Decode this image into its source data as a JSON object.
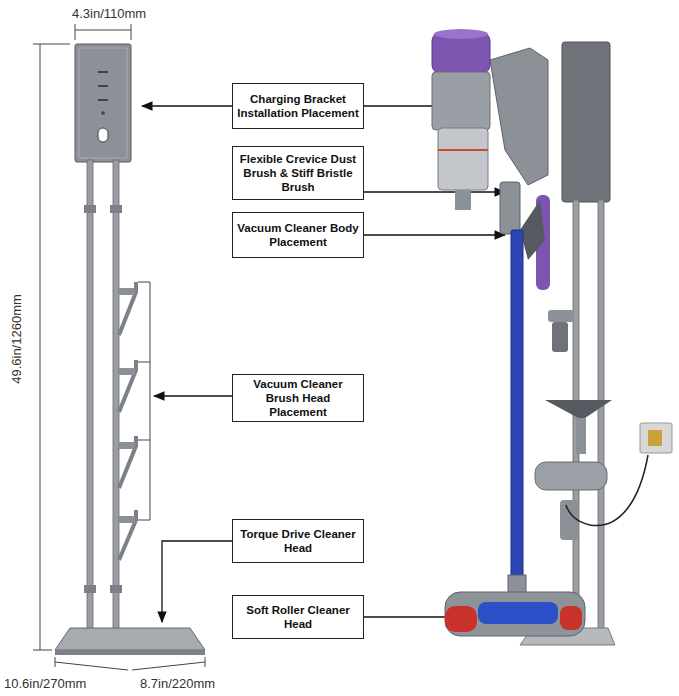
{
  "diagram": {
    "nodes": [
      {
        "text": [
          "Charging Bracket Installation Placement"
        ]
      },
      {
        "text": [
          "Flexible Crevice Dust Brush & Stiff Bristle Brush"
        ]
      },
      {
        "text": [
          "Vacuum Cleaner Body Placement"
        ]
      },
      {
        "text": [
          "Vacuum Cleaner Brush Head Placement"
        ]
      },
      {
        "text": [
          "Torque Drive Cleaner Head"
        ]
      },
      {
        "text": [
          "Soft Roller Cleaner Head"
        ]
      }
    ],
    "labels": [
      "4.3in/110mm",
      "49.6in/1260mm",
      "10.6in/270mm",
      "8.7in/220mm"
    ]
  }
}
